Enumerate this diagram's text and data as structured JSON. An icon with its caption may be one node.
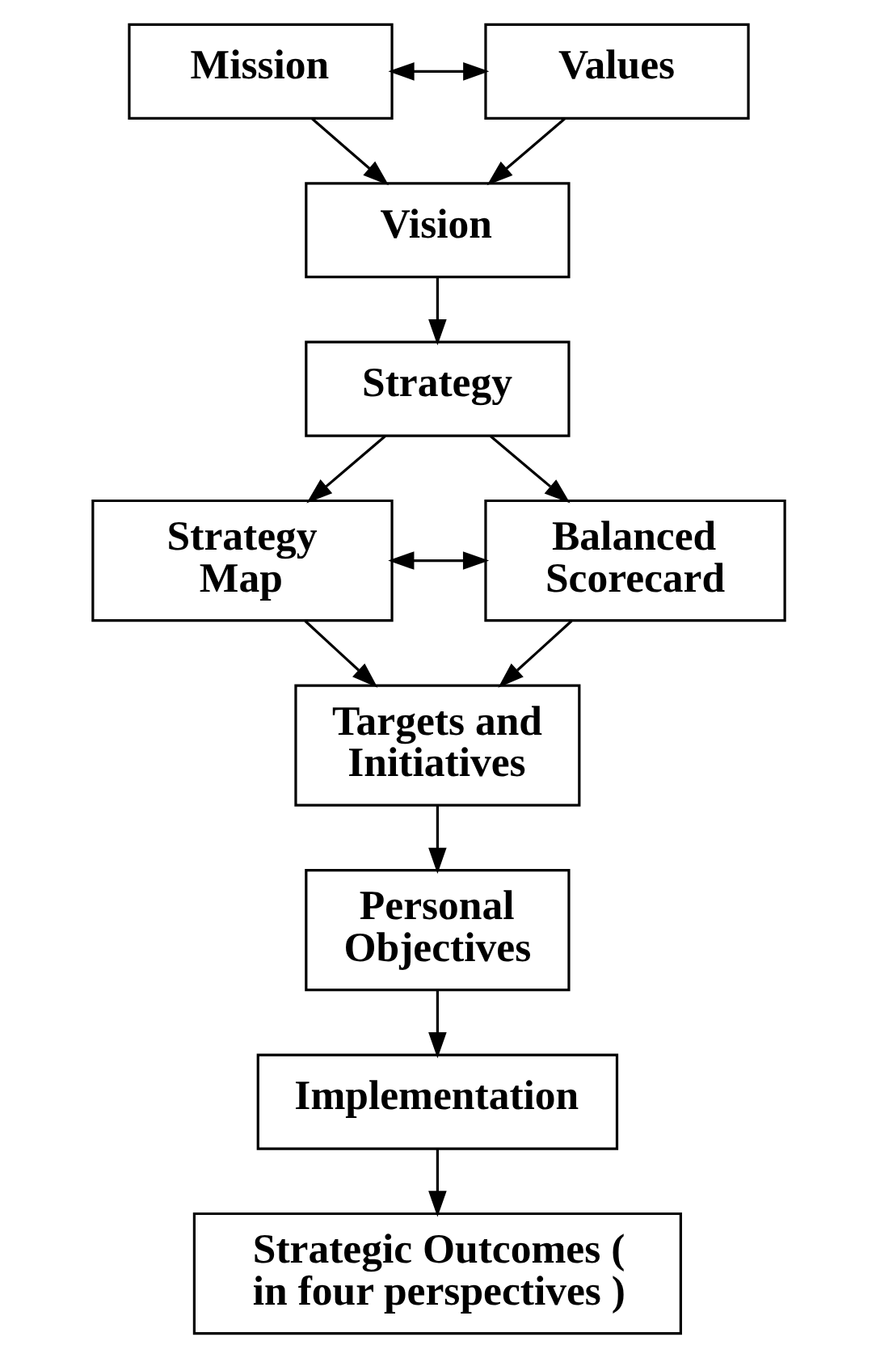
{
  "diagram": {
    "nodes": [
      {
        "text": [
          "Mission"
        ]
      },
      {
        "text": [
          "Values"
        ]
      },
      {
        "text": [
          "Vision"
        ]
      },
      {
        "text": [
          "Strategy"
        ]
      },
      {
        "text": [
          "Strategy Map"
        ]
      },
      {
        "text": [
          "Balanced Scorecard"
        ]
      },
      {
        "text": [
          "Targets and Initiatives"
        ]
      },
      {
        "text": [
          "Personal Objectives"
        ]
      },
      {
        "text": [
          "Implementation"
        ]
      },
      {
        "text": [
          "Strategic Outcomes ( in four perspectives )"
        ]
      }
    ],
    "edges": [
      {
        "from": 0,
        "to": 1,
        "arrow": "both"
      },
      {
        "from": 0,
        "to": 2,
        "arrow": "to"
      },
      {
        "from": 1,
        "to": 2,
        "arrow": "to"
      },
      {
        "from": 2,
        "to": 3,
        "arrow": "to"
      },
      {
        "from": 3,
        "to": 4,
        "arrow": "to"
      },
      {
        "from": 3,
        "to": 5,
        "arrow": "to"
      },
      {
        "from": 4,
        "to": 5,
        "arrow": "both"
      },
      {
        "from": 4,
        "to": 6,
        "arrow": "to"
      },
      {
        "from": 5,
        "to": 6,
        "arrow": "to"
      },
      {
        "from": 6,
        "to": 7,
        "arrow": "to"
      },
      {
        "from": 7,
        "to": 8,
        "arrow": "to"
      },
      {
        "from": 8,
        "to": 9,
        "arrow": "to"
      }
    ]
  }
}
